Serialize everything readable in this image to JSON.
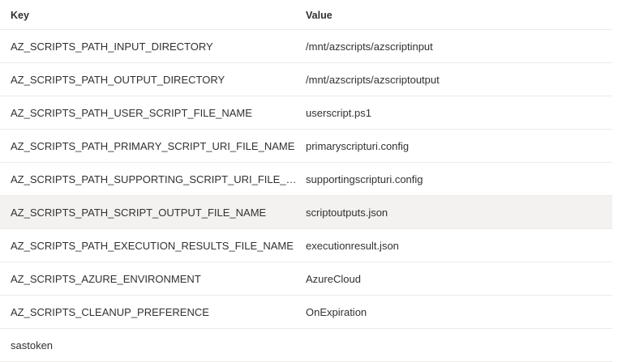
{
  "table": {
    "columns": [
      {
        "id": "key",
        "label": "Key"
      },
      {
        "id": "value",
        "label": "Value"
      }
    ],
    "active_row_index": 5,
    "colors": {
      "row_divider": "#edebe9",
      "row_hover_background": "#f3f2f1",
      "text": "#323130",
      "background": "#ffffff"
    },
    "rows": [
      {
        "key": "AZ_SCRIPTS_PATH_INPUT_DIRECTORY",
        "value": "/mnt/azscripts/azscriptinput"
      },
      {
        "key": "AZ_SCRIPTS_PATH_OUTPUT_DIRECTORY",
        "value": "/mnt/azscripts/azscriptoutput"
      },
      {
        "key": "AZ_SCRIPTS_PATH_USER_SCRIPT_FILE_NAME",
        "value": "userscript.ps1"
      },
      {
        "key": "AZ_SCRIPTS_PATH_PRIMARY_SCRIPT_URI_FILE_NAME",
        "value": "primaryscripturi.config"
      },
      {
        "key": "AZ_SCRIPTS_PATH_SUPPORTING_SCRIPT_URI_FILE_NAME",
        "value": "supportingscripturi.config"
      },
      {
        "key": "AZ_SCRIPTS_PATH_SCRIPT_OUTPUT_FILE_NAME",
        "value": "scriptoutputs.json"
      },
      {
        "key": "AZ_SCRIPTS_PATH_EXECUTION_RESULTS_FILE_NAME",
        "value": "executionresult.json"
      },
      {
        "key": "AZ_SCRIPTS_AZURE_ENVIRONMENT",
        "value": "AzureCloud"
      },
      {
        "key": "AZ_SCRIPTS_CLEANUP_PREFERENCE",
        "value": "OnExpiration"
      },
      {
        "key": "sastoken",
        "value": ""
      }
    ]
  }
}
